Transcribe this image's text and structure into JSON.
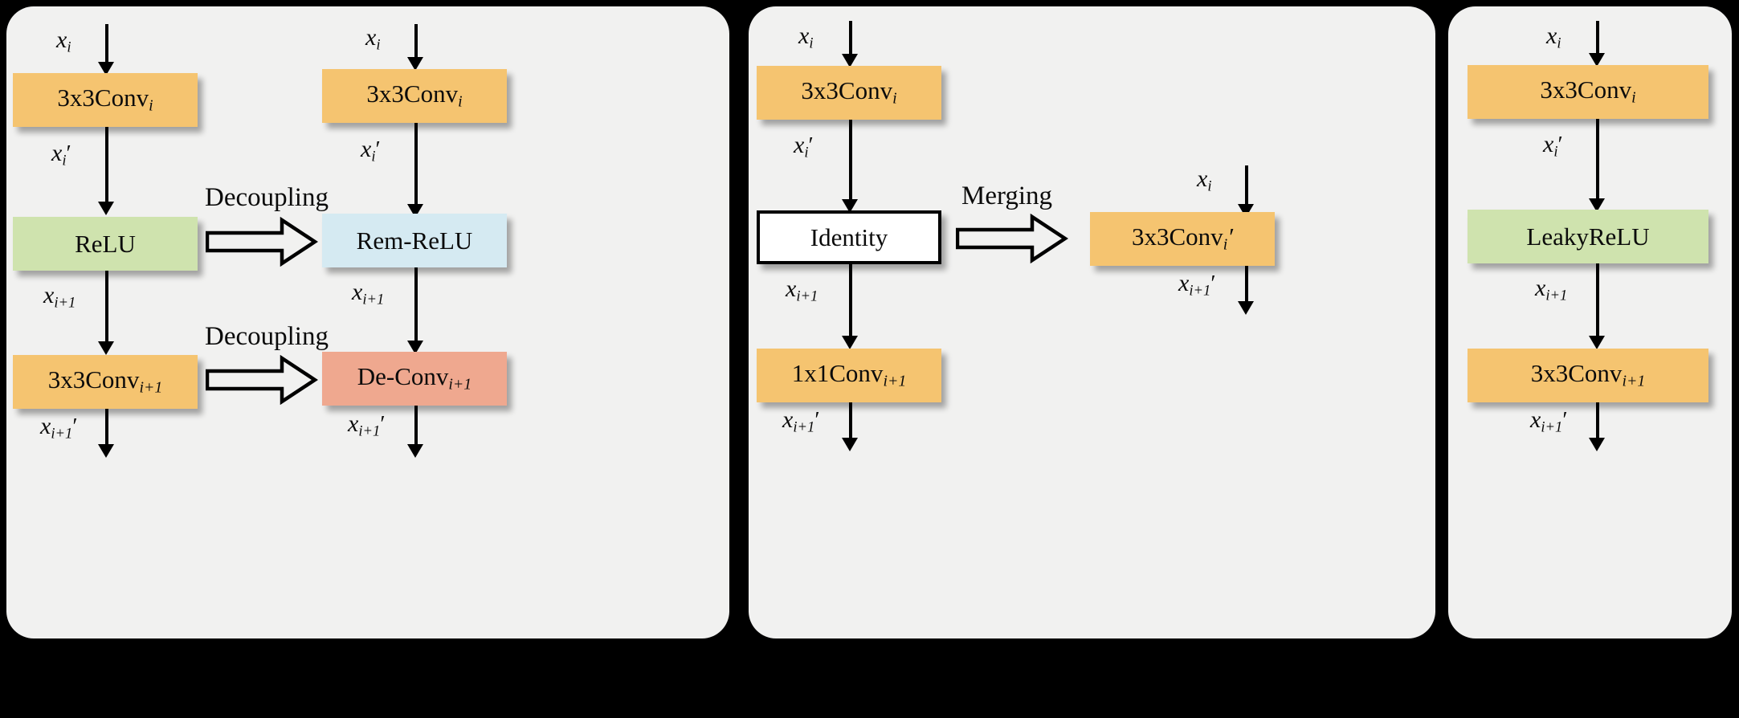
{
  "figure": {
    "background_color": "#000000",
    "panel_color": "#F1F1F0",
    "colors": {
      "conv": "#F5C470",
      "relu": "#CFE3AE",
      "rem_relu": "#D5EAF2",
      "de_conv": "#EFA88F",
      "identity": "#FFFFFF",
      "stroke": "#000000"
    }
  },
  "panels": [
    {
      "id": "panel-decoupling",
      "operation_labels": [
        "Decoupling",
        "Decoupling"
      ],
      "left_chain": {
        "input_label": "x_i",
        "nodes": [
          {
            "label": "3x3Conv",
            "sub": "i",
            "prime": "",
            "color": "conv"
          },
          {
            "label": "ReLU",
            "sub": "",
            "prime": "",
            "color": "relu"
          },
          {
            "label": "3x3Conv",
            "sub": "i+1",
            "prime": "",
            "color": "conv"
          }
        ],
        "edge_labels": [
          "x_i'",
          "x_i+1",
          "x_i+1'"
        ]
      },
      "right_chain": {
        "input_label": "x_i",
        "nodes": [
          {
            "label": "3x3Conv",
            "sub": "i",
            "prime": "",
            "color": "conv"
          },
          {
            "label": "Rem-ReLU",
            "sub": "",
            "prime": "",
            "color": "rem_relu"
          },
          {
            "label": "De-Conv",
            "sub": "i+1",
            "prime": "",
            "color": "de_conv"
          }
        ],
        "edge_labels": [
          "x_i'",
          "x_i+1",
          "x_i+1'"
        ]
      }
    },
    {
      "id": "panel-merging",
      "operation_labels": [
        "Merging"
      ],
      "left_chain": {
        "input_label": "x_i",
        "nodes": [
          {
            "label": "3x3Conv",
            "sub": "i",
            "prime": "",
            "color": "conv"
          },
          {
            "label": "Identity",
            "sub": "",
            "prime": "",
            "color": "identity"
          },
          {
            "label": "1x1Conv",
            "sub": "i+1",
            "prime": "",
            "color": "conv"
          }
        ],
        "edge_labels": [
          "x_i'",
          "x_i+1",
          "x_i+1'"
        ]
      },
      "right_chain": {
        "input_label": "x_i",
        "nodes": [
          {
            "label": "3x3Conv",
            "sub": "i",
            "prime": "'",
            "color": "conv"
          }
        ],
        "edge_labels": [
          "x_i+1'"
        ]
      }
    },
    {
      "id": "panel-leakyrelu",
      "operation_labels": [],
      "left_chain": {
        "input_label": "x_i",
        "nodes": [
          {
            "label": "3x3Conv",
            "sub": "i",
            "prime": "",
            "color": "conv"
          },
          {
            "label": "LeakyReLU",
            "sub": "",
            "prime": "",
            "color": "relu"
          },
          {
            "label": "3x3Conv",
            "sub": "i+1",
            "prime": "",
            "color": "conv"
          }
        ],
        "edge_labels": [
          "x_i'",
          "x_i+1",
          "x_i+1'"
        ]
      }
    }
  ],
  "text": {
    "x_i": "x",
    "sub_i": "i",
    "sub_ip1": "i+1",
    "prime": "′",
    "decoupling": "Decoupling",
    "merging": "Merging",
    "conv3x3": "3x3Conv",
    "conv1x1": "1x1Conv",
    "relu": "ReLU",
    "rem_relu": "Rem-ReLU",
    "de_conv": "De-Conv",
    "identity": "Identity",
    "leaky_relu": "LeakyReLU"
  }
}
